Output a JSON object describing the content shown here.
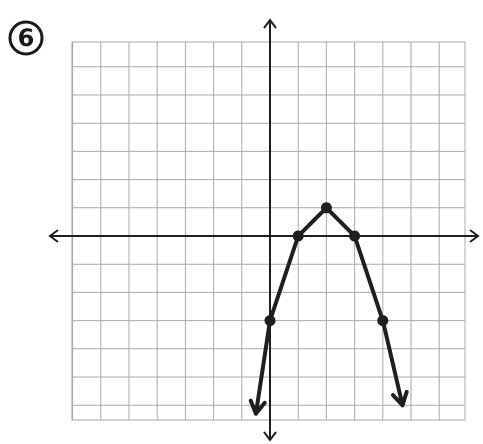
{
  "problem_label": "6",
  "colors": {
    "ink": "#1f1f1f",
    "grid": "#a9a9a9",
    "background": "#ffffff"
  },
  "chart_data": {
    "type": "line",
    "title": "",
    "xlabel": "",
    "ylabel": "",
    "grid": true,
    "legend": "none",
    "xlim": [
      -7.5,
      7
    ],
    "ylim": [
      -6.5,
      7.5
    ],
    "series": [
      {
        "x": [
          -0.5,
          0,
          1,
          2,
          3,
          4,
          4.7
        ],
        "y": [
          -6.3,
          -3,
          0,
          1,
          0,
          -3,
          -6
        ]
      }
    ],
    "marked_points": [
      {
        "x": 0,
        "y": -3
      },
      {
        "x": 1,
        "y": 0
      },
      {
        "x": 2,
        "y": 1
      },
      {
        "x": 3,
        "y": 0
      },
      {
        "x": 4,
        "y": -3
      }
    ]
  }
}
